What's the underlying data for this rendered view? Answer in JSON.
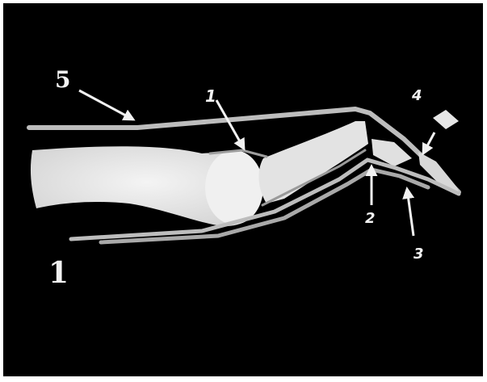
{
  "figure": {
    "background_color": "#000000",
    "bone_color": "#e6e6e6",
    "tendon_color": "#bdbdbd",
    "labels": {
      "five": "5",
      "one_joint": "1",
      "two": "2",
      "three": "3",
      "four": "4",
      "one_corner": "1"
    }
  }
}
